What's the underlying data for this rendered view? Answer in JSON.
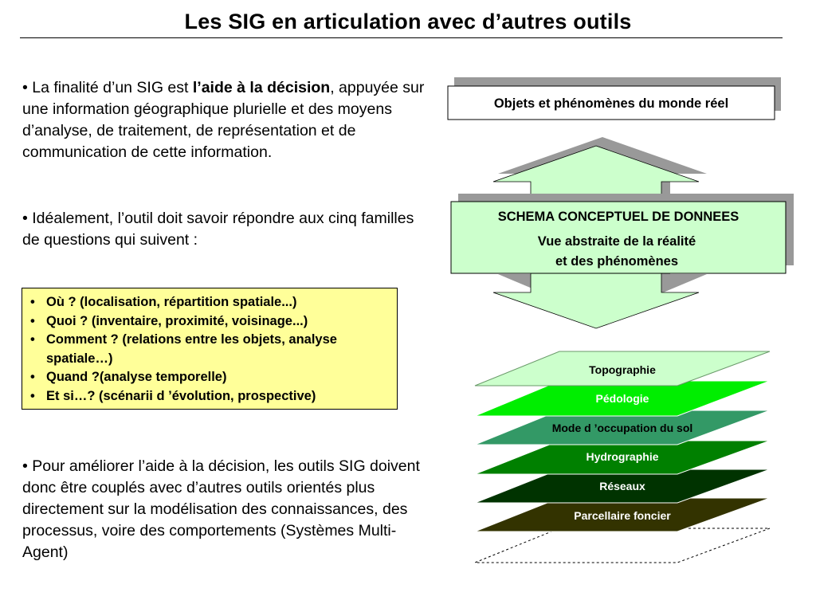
{
  "slide": {
    "title": "Les SIG en articulation avec d’autres outils"
  },
  "left": {
    "p1": {
      "bullet": "•",
      "before": "La finalité d’un SIG est ",
      "bold": "l’aide à la décision",
      "after": ", appuyée sur une information géographique plurielle et des moyens d’analyse, de traitement, de représentation et de communication de cette information."
    },
    "p2": {
      "bullet": "•",
      "text": "Idéalement, l’outil doit savoir répondre aux cinq familles de questions qui suivent :"
    },
    "questions": [
      "Où ? (localisation, répartition spatiale...)",
      "Quoi ? (inventaire, proximité, voisinage...)",
      "Comment ? (relations entre les objets, analyse spatiale…)",
      "Quand ?(analyse temporelle)",
      "Et si…? (scénarii d ’évolution, prospective)"
    ],
    "p3": {
      "bullet": "•",
      "text": "Pour améliorer l’aide à la décision, les outils SIG doivent donc être couplés avec d’autres outils orientés plus directement sur la modélisation des connaissances, des processus, voire des comportements (Systèmes Multi-Agent)"
    }
  },
  "diagram": {
    "top_box": "Objets et phénomènes du monde réel",
    "schema_title": "SCHEMA CONCEPTUEL DE DONNEES",
    "schema_sub1": "Vue abstraite de la réalité",
    "schema_sub2": "et des phénomènes",
    "colors": {
      "arrow_fill": "#ccffcc",
      "shadow": "#999999",
      "box_fill": "#ffffff"
    },
    "layers": [
      {
        "label": "Topographie",
        "fill": "#ccffcc",
        "text_color": "#000000"
      },
      {
        "label": "Pédologie",
        "fill": "#00ee00",
        "text_color": "#000000"
      },
      {
        "label": "Mode d ’occupation du sol",
        "fill": "#339966",
        "text_color": "#000000"
      },
      {
        "label": "Hydrographie",
        "fill": "#008000",
        "text_color": "#ffffff"
      },
      {
        "label": "Réseaux",
        "fill": "#003300",
        "text_color": "#ffffff"
      },
      {
        "label": "Parcellaire foncier",
        "fill": "#333300",
        "text_color": "#ffffff"
      },
      {
        "label": "",
        "fill": "#ffffff",
        "text_color": "#000000"
      }
    ]
  }
}
